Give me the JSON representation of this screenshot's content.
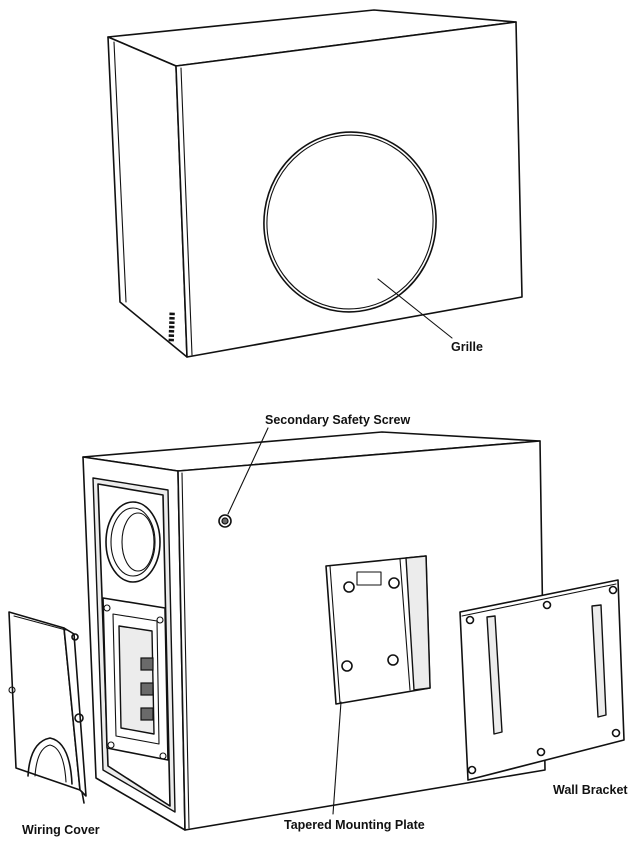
{
  "diagram": {
    "labels": {
      "grille": "Grille",
      "secondary_safety_screw": "Secondary Safety Screw",
      "wall_bracket": "Wall Bracket",
      "wiring_cover": "Wiring Cover",
      "tapered_mounting_plate": "Tapered Mounting Plate"
    }
  },
  "colors": {
    "line": "#111111",
    "background": "#ffffff"
  }
}
